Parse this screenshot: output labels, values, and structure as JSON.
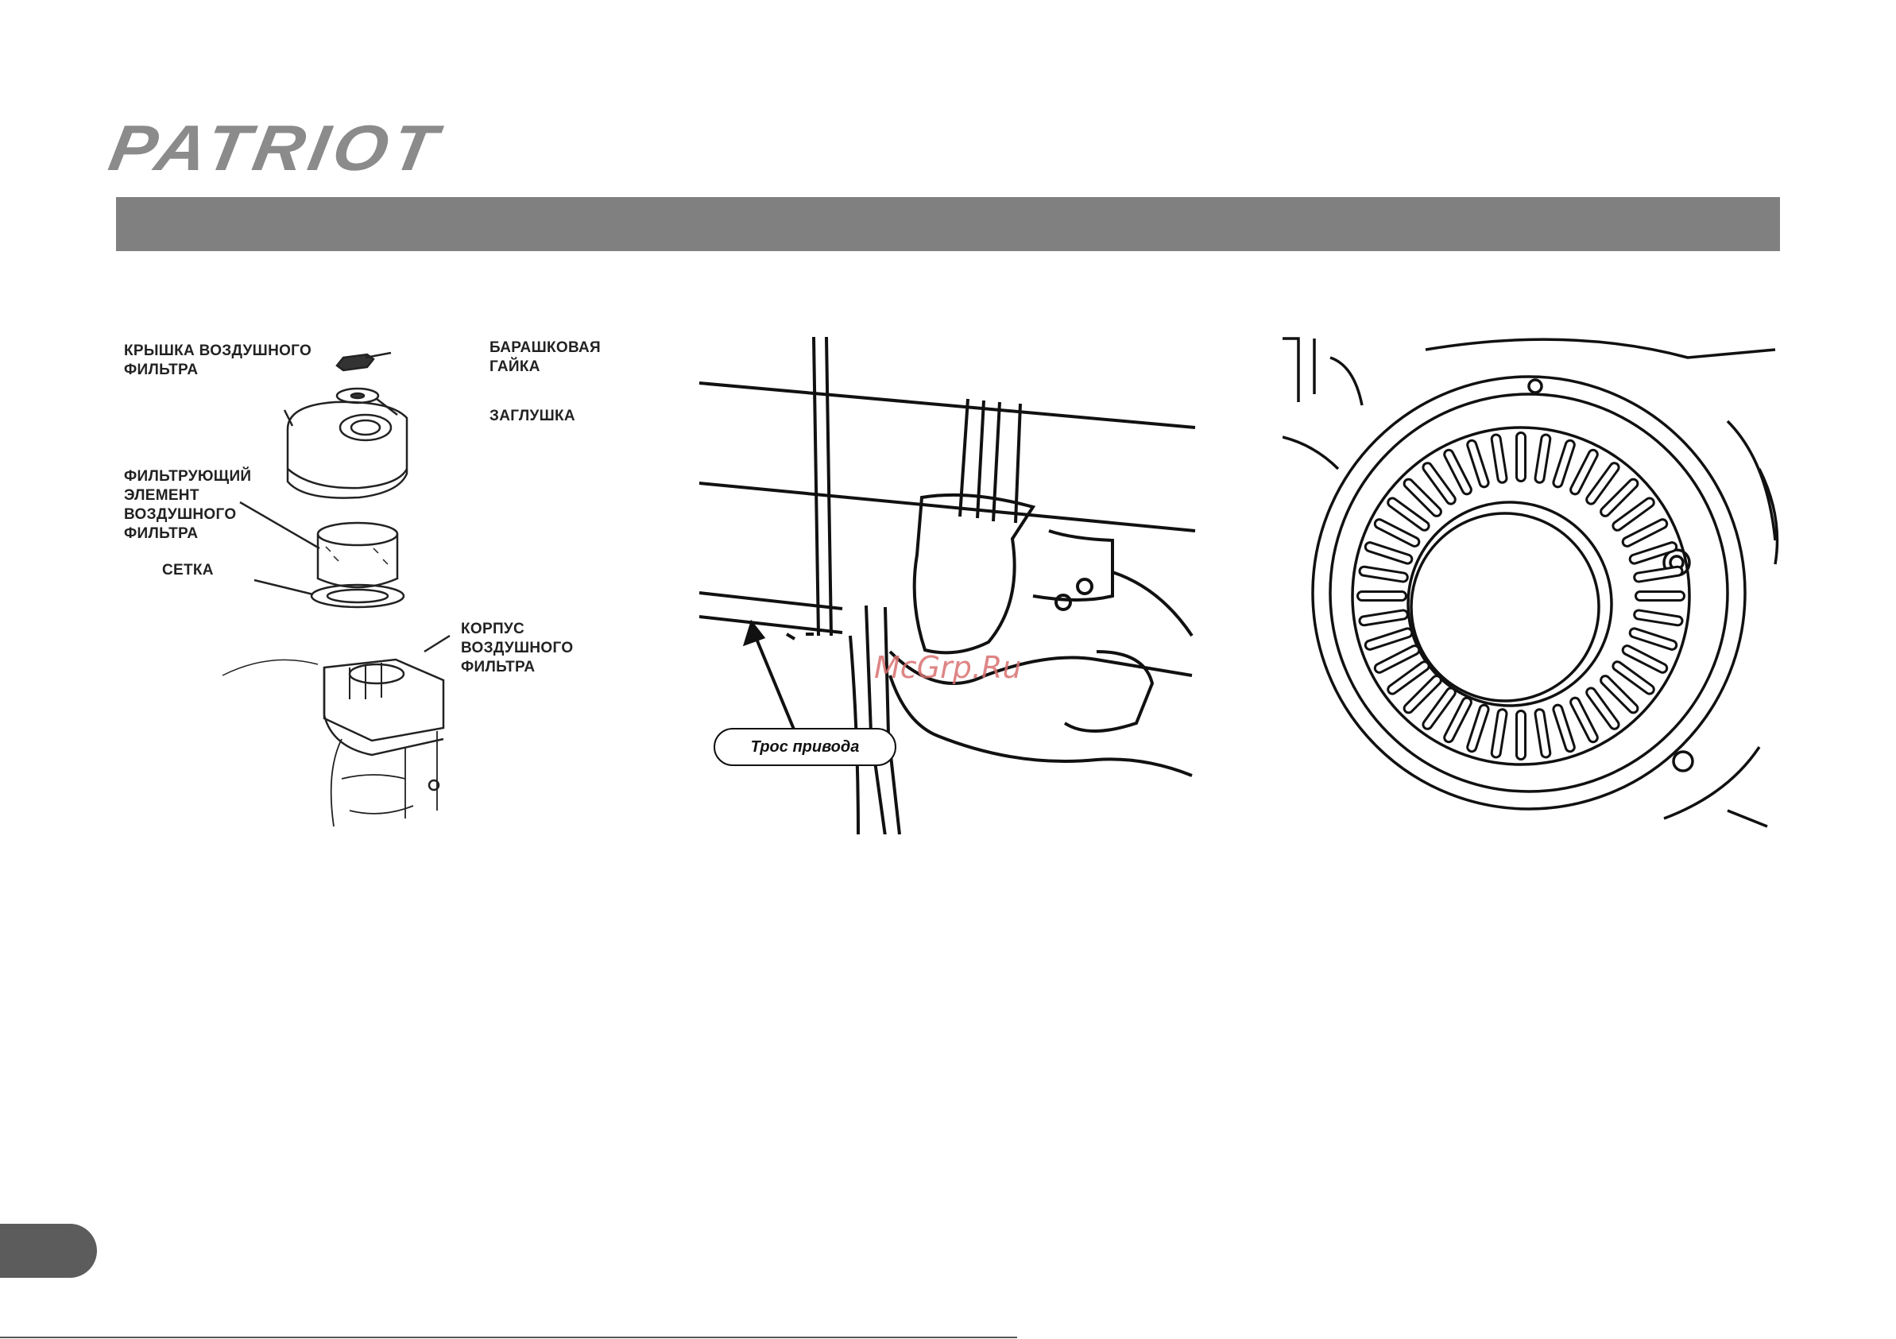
{
  "brand": {
    "logo_text": "PATRIOT"
  },
  "figure_air_filter": {
    "labels": {
      "cover": "КРЫШКА ВОЗДУШНОГО\nФИЛЬТРА",
      "wing_nut": "БАРАШКОВАЯ\nГАЙКА",
      "plug": "ЗАГЛУШКА",
      "element": "ФИЛЬТРУЮЩИЙ\nЭЛЕМЕНТ\nВОЗДУШНОГО\nФИЛЬТРА",
      "mesh": "СЕТКА",
      "housing": "КОРПУС\nВОЗДУШНОГО\nФИЛЬТРА"
    }
  },
  "figure_drive_cable": {
    "label": "Трос привода"
  },
  "watermark": "McGrp.Ru",
  "colors": {
    "header_bar": "#808080",
    "logo": "#8b8b8b",
    "page_tab": "#5c5c5c"
  }
}
